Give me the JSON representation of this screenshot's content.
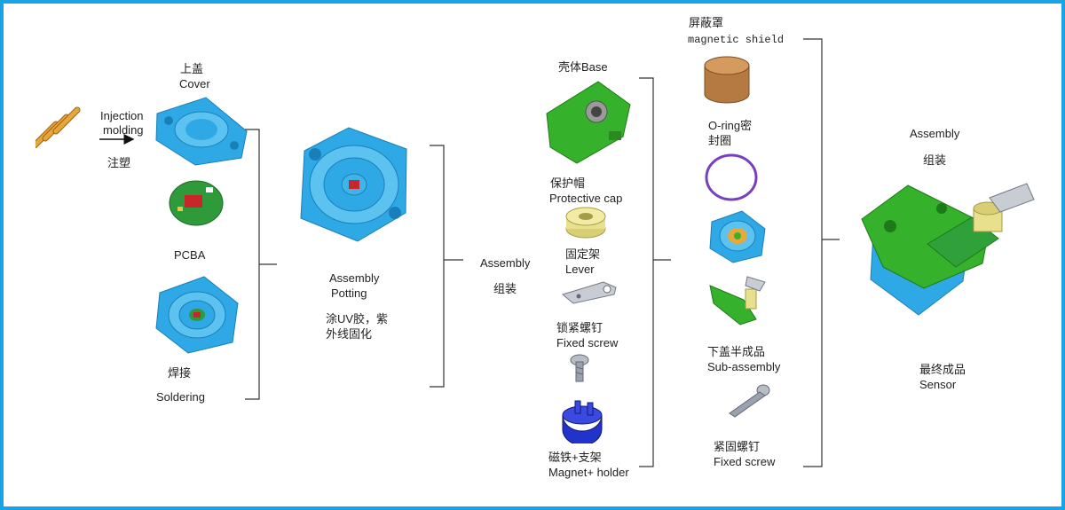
{
  "stage1": {
    "injection_line1": "Injection",
    "injection_line2": "molding",
    "injection_cn": "注塑",
    "cover_cn": "上盖",
    "cover_en": "Cover",
    "pcba": "PCBA",
    "soldering_cn": "焊接",
    "soldering_en": "Soldering"
  },
  "stage2": {
    "assembly": "Assembly",
    "potting": "Potting",
    "uv_line1": "涂UV胶，紫",
    "uv_line2": "外线固化"
  },
  "stage3": {
    "assembly": "Assembly",
    "assembly_cn": "组装",
    "base": "壳体Base",
    "cap_cn": "保护帽",
    "cap_en": "Protective cap",
    "lever_cn": "固定架",
    "lever_en": "Lever",
    "screw_cn": "锁紧螺钉",
    "screw_en": "Fixed screw",
    "magnet_cn": "磁铁+支架",
    "magnet_en": "Magnet+ holder"
  },
  "stage4": {
    "shield_cn": "屏蔽罩",
    "shield_en": "magnetic shield",
    "oring_line1": "O-ring密",
    "oring_line2": "封圈",
    "sub_cn": "下盖半成品",
    "sub_en": "Sub-assembly",
    "screw_cn": "紧固螺钉",
    "screw_en": "Fixed screw"
  },
  "stage5": {
    "assembly": "Assembly",
    "assembly_cn": "组装",
    "final_cn": "最终成品",
    "final_en": "Sensor"
  },
  "colors": {
    "frame": "#19a3e4",
    "part_blue": "#2fa9e6",
    "part_green": "#35b12c",
    "pcb_green": "#2e9a3a",
    "shield_copper": "#b57a42",
    "oring_purple": "#7a3fbf",
    "cap_yellow": "#e8e08c",
    "magnet_blue": "#2233cc",
    "metal_gray": "#9aa3ad"
  }
}
